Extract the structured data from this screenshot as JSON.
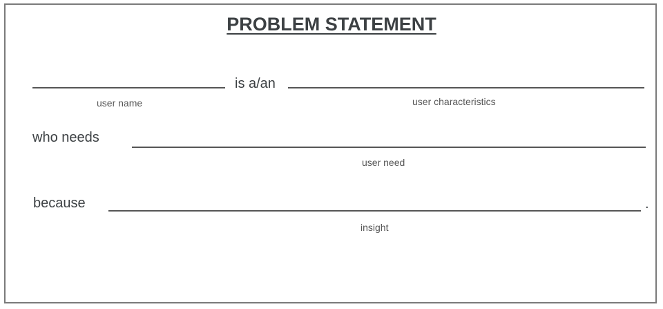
{
  "title": "PROBLEM STATEMENT",
  "row1": {
    "connector": "is a/an",
    "label_left": "user name",
    "label_right": "user characteristics"
  },
  "row2": {
    "prefix": "who needs",
    "label": "user need"
  },
  "row3": {
    "prefix": "because",
    "suffix": ".",
    "label": "insight"
  }
}
